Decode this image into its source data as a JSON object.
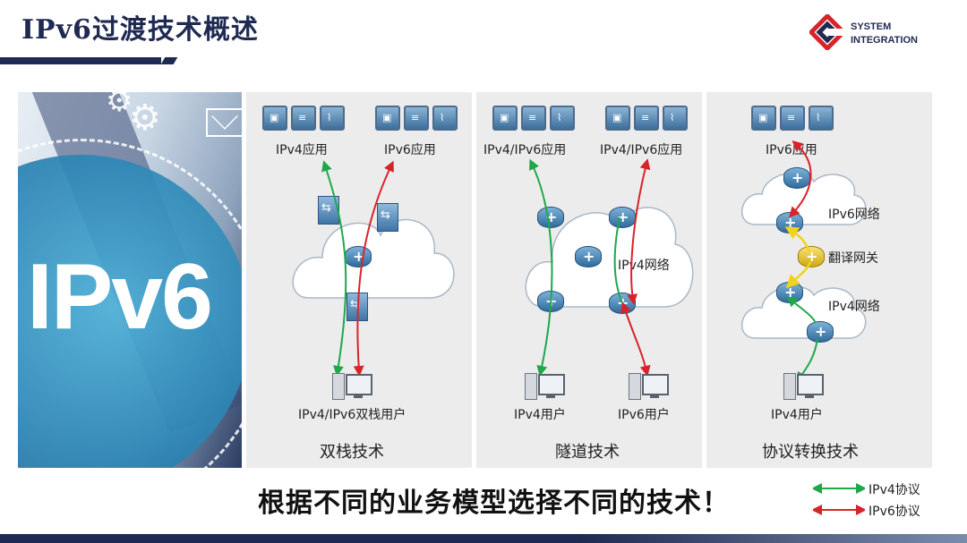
{
  "title": "IPv6过渡技术概述",
  "logo": {
    "line1": "SYSTEM",
    "line2": "INTEGRATION",
    "icon": "si-logo-icon"
  },
  "hero": {
    "text": "IPv6"
  },
  "panels": [
    {
      "name": "双栈技术",
      "labels": {
        "app_left": "IPv4应用",
        "app_right": "IPv6应用",
        "user": "IPv4/IPv6双栈用户"
      }
    },
    {
      "name": "隧道技术",
      "labels": {
        "app_left": "IPv4/IPv6应用",
        "app_right": "IPv4/IPv6应用",
        "network": "IPv4网络",
        "user_left": "IPv4用户",
        "user_right": "IPv6用户"
      }
    },
    {
      "name": "协议转换技术",
      "labels": {
        "app": "IPv6应用",
        "net_top": "IPv6网络",
        "gateway": "翻译网关",
        "net_bottom": "IPv4网络",
        "user": "IPv4用户"
      }
    }
  ],
  "slogan": "根据不同的业务模型选择不同的技术！",
  "legend": [
    {
      "label": "IPv4协议",
      "color": "#1ea84a"
    },
    {
      "label": "IPv6协议",
      "color": "#d9232a"
    }
  ],
  "colors": {
    "ipv4": "#1ea84a",
    "ipv6": "#d9232a",
    "translate": "#f2d21a",
    "brand": "#1f2a52"
  }
}
